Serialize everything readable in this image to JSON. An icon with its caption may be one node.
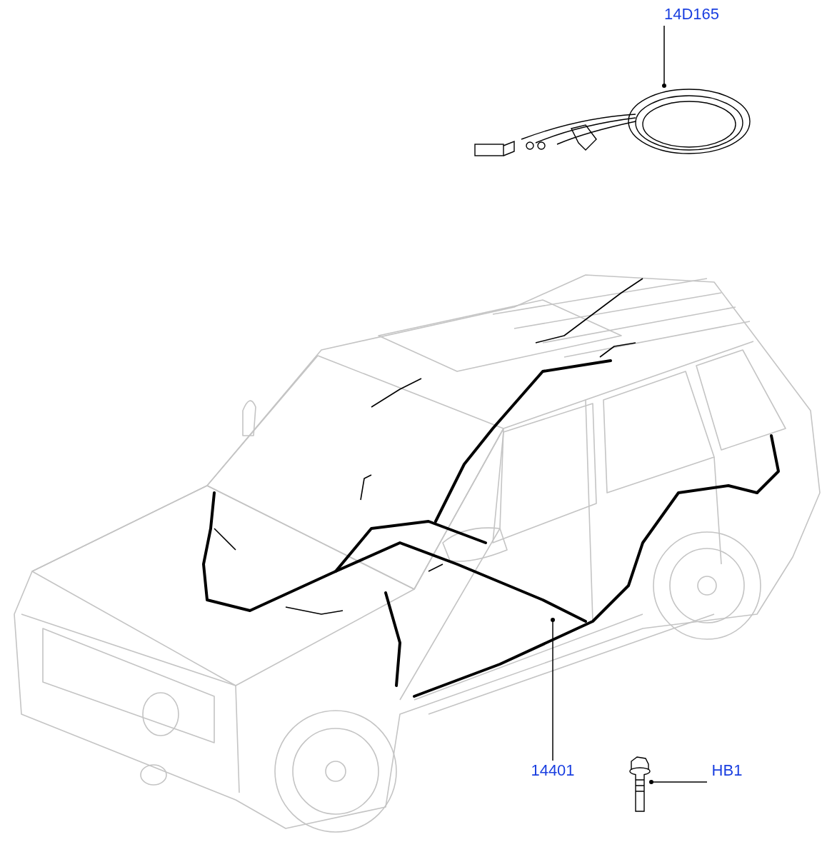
{
  "diagram": {
    "nodes": [
      {
        "text": [
          "14D165"
        ]
      },
      {
        "text": [],
        "shape": "picture"
      },
      {
        "text": [
          "14401"
        ]
      },
      {
        "text": [],
        "shape": "picture"
      },
      {
        "text": [
          "HB1"
        ]
      }
    ],
    "edges": [
      {
        "from": 0,
        "to": 1,
        "arrow": "other"
      },
      {
        "from": 2,
        "to": null,
        "arrow": "other"
      },
      {
        "from": 4,
        "to": 3,
        "arrow": "other"
      }
    ]
  }
}
